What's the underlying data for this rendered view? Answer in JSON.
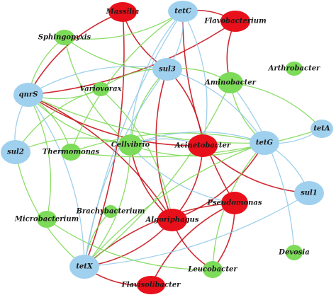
{
  "colors": {
    "gene": "#9fd0ee",
    "bacteria_positive": "#7ddb5a",
    "bacteria_red": "#e8101a",
    "edge_red": "#c8141c",
    "edge_green": "#7ed957",
    "edge_blue": "#8ec8e8"
  },
  "nodes": [
    {
      "id": "Massilia",
      "label": "Massilia",
      "group": "red"
    },
    {
      "id": "tetC",
      "label": "tetC",
      "group": "gene"
    },
    {
      "id": "Flavobacterium",
      "label": "Flavobacterium",
      "group": "red"
    },
    {
      "id": "Sphingopyxis",
      "label": "Sphingopyxis",
      "group": "green"
    },
    {
      "id": "sul3",
      "label": "sul3",
      "group": "gene"
    },
    {
      "id": "Arthrobacter",
      "label": "Arthrobacter",
      "group": "green"
    },
    {
      "id": "qnrS",
      "label": "qnrS",
      "group": "gene"
    },
    {
      "id": "Variovorax",
      "label": "Variovorax",
      "group": "green"
    },
    {
      "id": "Aminobacter",
      "label": "Aminobacter",
      "group": "green"
    },
    {
      "id": "tetA",
      "label": "tetA",
      "group": "gene"
    },
    {
      "id": "sul2",
      "label": "sul2",
      "group": "gene"
    },
    {
      "id": "Thermomonas",
      "label": "Thermomonas",
      "group": "green"
    },
    {
      "id": "Cellvibrio",
      "label": "Cellvibrio",
      "group": "green"
    },
    {
      "id": "Acinetobacter",
      "label": "Acinetobacter",
      "group": "red"
    },
    {
      "id": "tetG",
      "label": "tetG",
      "group": "gene"
    },
    {
      "id": "sul1",
      "label": "sul1",
      "group": "gene"
    },
    {
      "id": "Microbacterium",
      "label": "Microbacterium",
      "group": "green"
    },
    {
      "id": "Brachybacterium",
      "label": "Brachybacterium",
      "group": "green"
    },
    {
      "id": "Pseudomonas",
      "label": "Pseudomonas",
      "group": "red"
    },
    {
      "id": "Algoriphagus",
      "label": "Algoriphagus",
      "group": "red"
    },
    {
      "id": "Devosia",
      "label": "Devosia",
      "group": "green"
    },
    {
      "id": "tetX",
      "label": "tetX",
      "group": "gene"
    },
    {
      "id": "Flavisolibacter",
      "label": "Flavisolibacter",
      "group": "red"
    },
    {
      "id": "Leucobacter",
      "label": "Leucobacter",
      "group": "green"
    }
  ],
  "edges": [
    {
      "source": "Massilia",
      "target": "qnrS",
      "color": "red"
    },
    {
      "source": "Massilia",
      "target": "tetX",
      "color": "red"
    },
    {
      "source": "Massilia",
      "target": "sul3",
      "color": "red"
    },
    {
      "source": "Flavobacterium",
      "target": "qnrS",
      "color": "red"
    },
    {
      "source": "Flavobacterium",
      "target": "Aminobacter",
      "color": "red"
    },
    {
      "source": "tetC",
      "target": "Flavobacterium",
      "color": "red"
    },
    {
      "source": "sul3",
      "target": "Algoriphagus",
      "color": "red"
    },
    {
      "source": "sul3",
      "target": "Acinetobacter",
      "color": "red"
    },
    {
      "source": "qnrS",
      "target": "Acinetobacter",
      "color": "red"
    },
    {
      "source": "qnrS",
      "target": "Algoriphagus",
      "color": "red"
    },
    {
      "source": "tetC",
      "target": "Pseudomonas",
      "color": "red"
    },
    {
      "source": "tetG",
      "target": "Algoriphagus",
      "color": "red"
    },
    {
      "source": "Acinetobacter",
      "target": "sul1",
      "color": "red"
    },
    {
      "source": "tetX",
      "target": "Pseudomonas",
      "color": "red"
    },
    {
      "source": "tetX",
      "target": "Algoriphagus",
      "color": "red"
    },
    {
      "source": "Flavisolibacter",
      "target": "Pseudomonas",
      "color": "red"
    },
    {
      "source": "Leucobacter",
      "target": "Pseudomonas",
      "color": "red"
    },
    {
      "source": "Leucobacter",
      "target": "Algoriphagus",
      "color": "red"
    },
    {
      "source": "Cellvibrio",
      "target": "Algoriphagus",
      "color": "red"
    },
    {
      "source": "Acinetobacter",
      "target": "Algoriphagus",
      "color": "red"
    },
    {
      "source": "tetX",
      "target": "Flavisolibacter",
      "color": "red"
    },
    {
      "source": "qnrS",
      "target": "Sphingopyxis",
      "color": "green"
    },
    {
      "source": "qnrS",
      "target": "Variovorax",
      "color": "green"
    },
    {
      "source": "qnrS",
      "target": "Thermomonas",
      "color": "green"
    },
    {
      "source": "qnrS",
      "target": "Cellvibrio",
      "color": "green"
    },
    {
      "source": "qnrS",
      "target": "Microbacterium",
      "color": "green"
    },
    {
      "source": "qnrS",
      "target": "tetG",
      "color": "green"
    },
    {
      "source": "tetC",
      "target": "Sphingopyxis",
      "color": "green"
    },
    {
      "source": "tetC",
      "target": "Thermomonas",
      "color": "green"
    },
    {
      "source": "sul3",
      "target": "Sphingopyxis",
      "color": "green"
    },
    {
      "source": "sul3",
      "target": "Variovorax",
      "color": "green"
    },
    {
      "source": "sul3",
      "target": "Aminobacter",
      "color": "green"
    },
    {
      "source": "sul3",
      "target": "Cellvibrio",
      "color": "green"
    },
    {
      "source": "sul2",
      "target": "Cellvibrio",
      "color": "green"
    },
    {
      "source": "sul2",
      "target": "tetX",
      "color": "green"
    },
    {
      "source": "sul2",
      "target": "Variovorax",
      "color": "green"
    },
    {
      "source": "tetG",
      "target": "Thermomonas",
      "color": "green"
    },
    {
      "source": "tetG",
      "target": "Cellvibrio",
      "color": "green"
    },
    {
      "source": "tetG",
      "target": "Leucobacter",
      "color": "green"
    },
    {
      "source": "tetG",
      "target": "Aminobacter",
      "color": "green"
    },
    {
      "source": "tetX",
      "target": "Cellvibrio",
      "color": "green"
    },
    {
      "source": "tetX",
      "target": "Brachybacterium",
      "color": "green"
    },
    {
      "source": "tetX",
      "target": "Aminobacter",
      "color": "green"
    },
    {
      "source": "tetX",
      "target": "tetG",
      "color": "green"
    },
    {
      "source": "Microbacterium",
      "target": "Leucobacter",
      "color": "green"
    },
    {
      "source": "Variovorax",
      "target": "Algoriphagus",
      "color": "green"
    },
    {
      "source": "Sphingopyxis",
      "target": "Cellvibrio",
      "color": "green"
    },
    {
      "source": "Aminobacter",
      "target": "tetA",
      "color": "green"
    },
    {
      "source": "Thermomonas",
      "target": "tetA",
      "color": "green"
    },
    {
      "source": "tetC",
      "target": "sul3",
      "color": "blue"
    },
    {
      "source": "tetC",
      "target": "Cellvibrio",
      "color": "blue"
    },
    {
      "source": "tetC",
      "target": "Acinetobacter",
      "color": "blue"
    },
    {
      "source": "tetC",
      "target": "tetX",
      "color": "blue"
    },
    {
      "source": "sul3",
      "target": "tetG",
      "color": "blue"
    },
    {
      "source": "sul3",
      "target": "tetX",
      "color": "blue"
    },
    {
      "source": "qnrS",
      "target": "sul3",
      "color": "blue"
    },
    {
      "source": "qnrS",
      "target": "sul2",
      "color": "blue"
    },
    {
      "source": "qnrS",
      "target": "tetX",
      "color": "blue"
    },
    {
      "source": "tetG",
      "target": "tetA",
      "color": "blue"
    },
    {
      "source": "tetG",
      "target": "sul1",
      "color": "blue"
    },
    {
      "source": "tetG",
      "target": "Cellvibrio",
      "color": "blue"
    },
    {
      "source": "Cellvibrio",
      "target": "Acinetobacter",
      "color": "blue"
    },
    {
      "source": "Cellvibrio",
      "target": "Pseudomonas",
      "color": "blue"
    },
    {
      "source": "Aminobacter",
      "target": "Devosia",
      "color": "blue"
    },
    {
      "source": "tetX",
      "target": "sul1",
      "color": "blue"
    }
  ]
}
